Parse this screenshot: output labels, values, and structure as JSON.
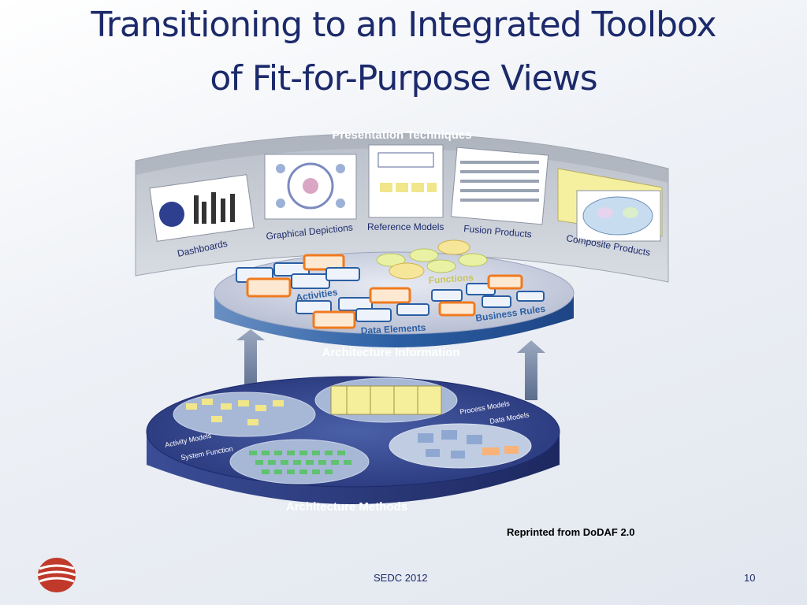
{
  "title": {
    "line1": "Transitioning to an Integrated Toolbox",
    "line2": "of Fit-for-Purpose Views"
  },
  "diagram": {
    "presentation_header": "Presentation Techniques",
    "presentation_items": [
      "Dashboards",
      "Graphical Depictions",
      "Reference Models",
      "Fusion Products",
      "Composite Products"
    ],
    "architecture_information": {
      "label": "Architecture Information",
      "items": [
        "Activities",
        "Functions",
        "Data Elements",
        "Business Rules"
      ]
    },
    "architecture_methods": {
      "label": "Architecture Methods",
      "items": [
        "Activity Models",
        "System Function",
        "Process Models",
        "Data Models"
      ]
    }
  },
  "credit": "Reprinted from DoDAF 2.0",
  "footer": {
    "center": "SEDC 2012",
    "page": "10"
  },
  "colors": {
    "title": "#1c2a6b",
    "disk_top": "#c9cfe0",
    "disk_rim": "#2b5fa4",
    "methods_disk": "#2e3e86",
    "accent_orange": "#f07a1f"
  }
}
